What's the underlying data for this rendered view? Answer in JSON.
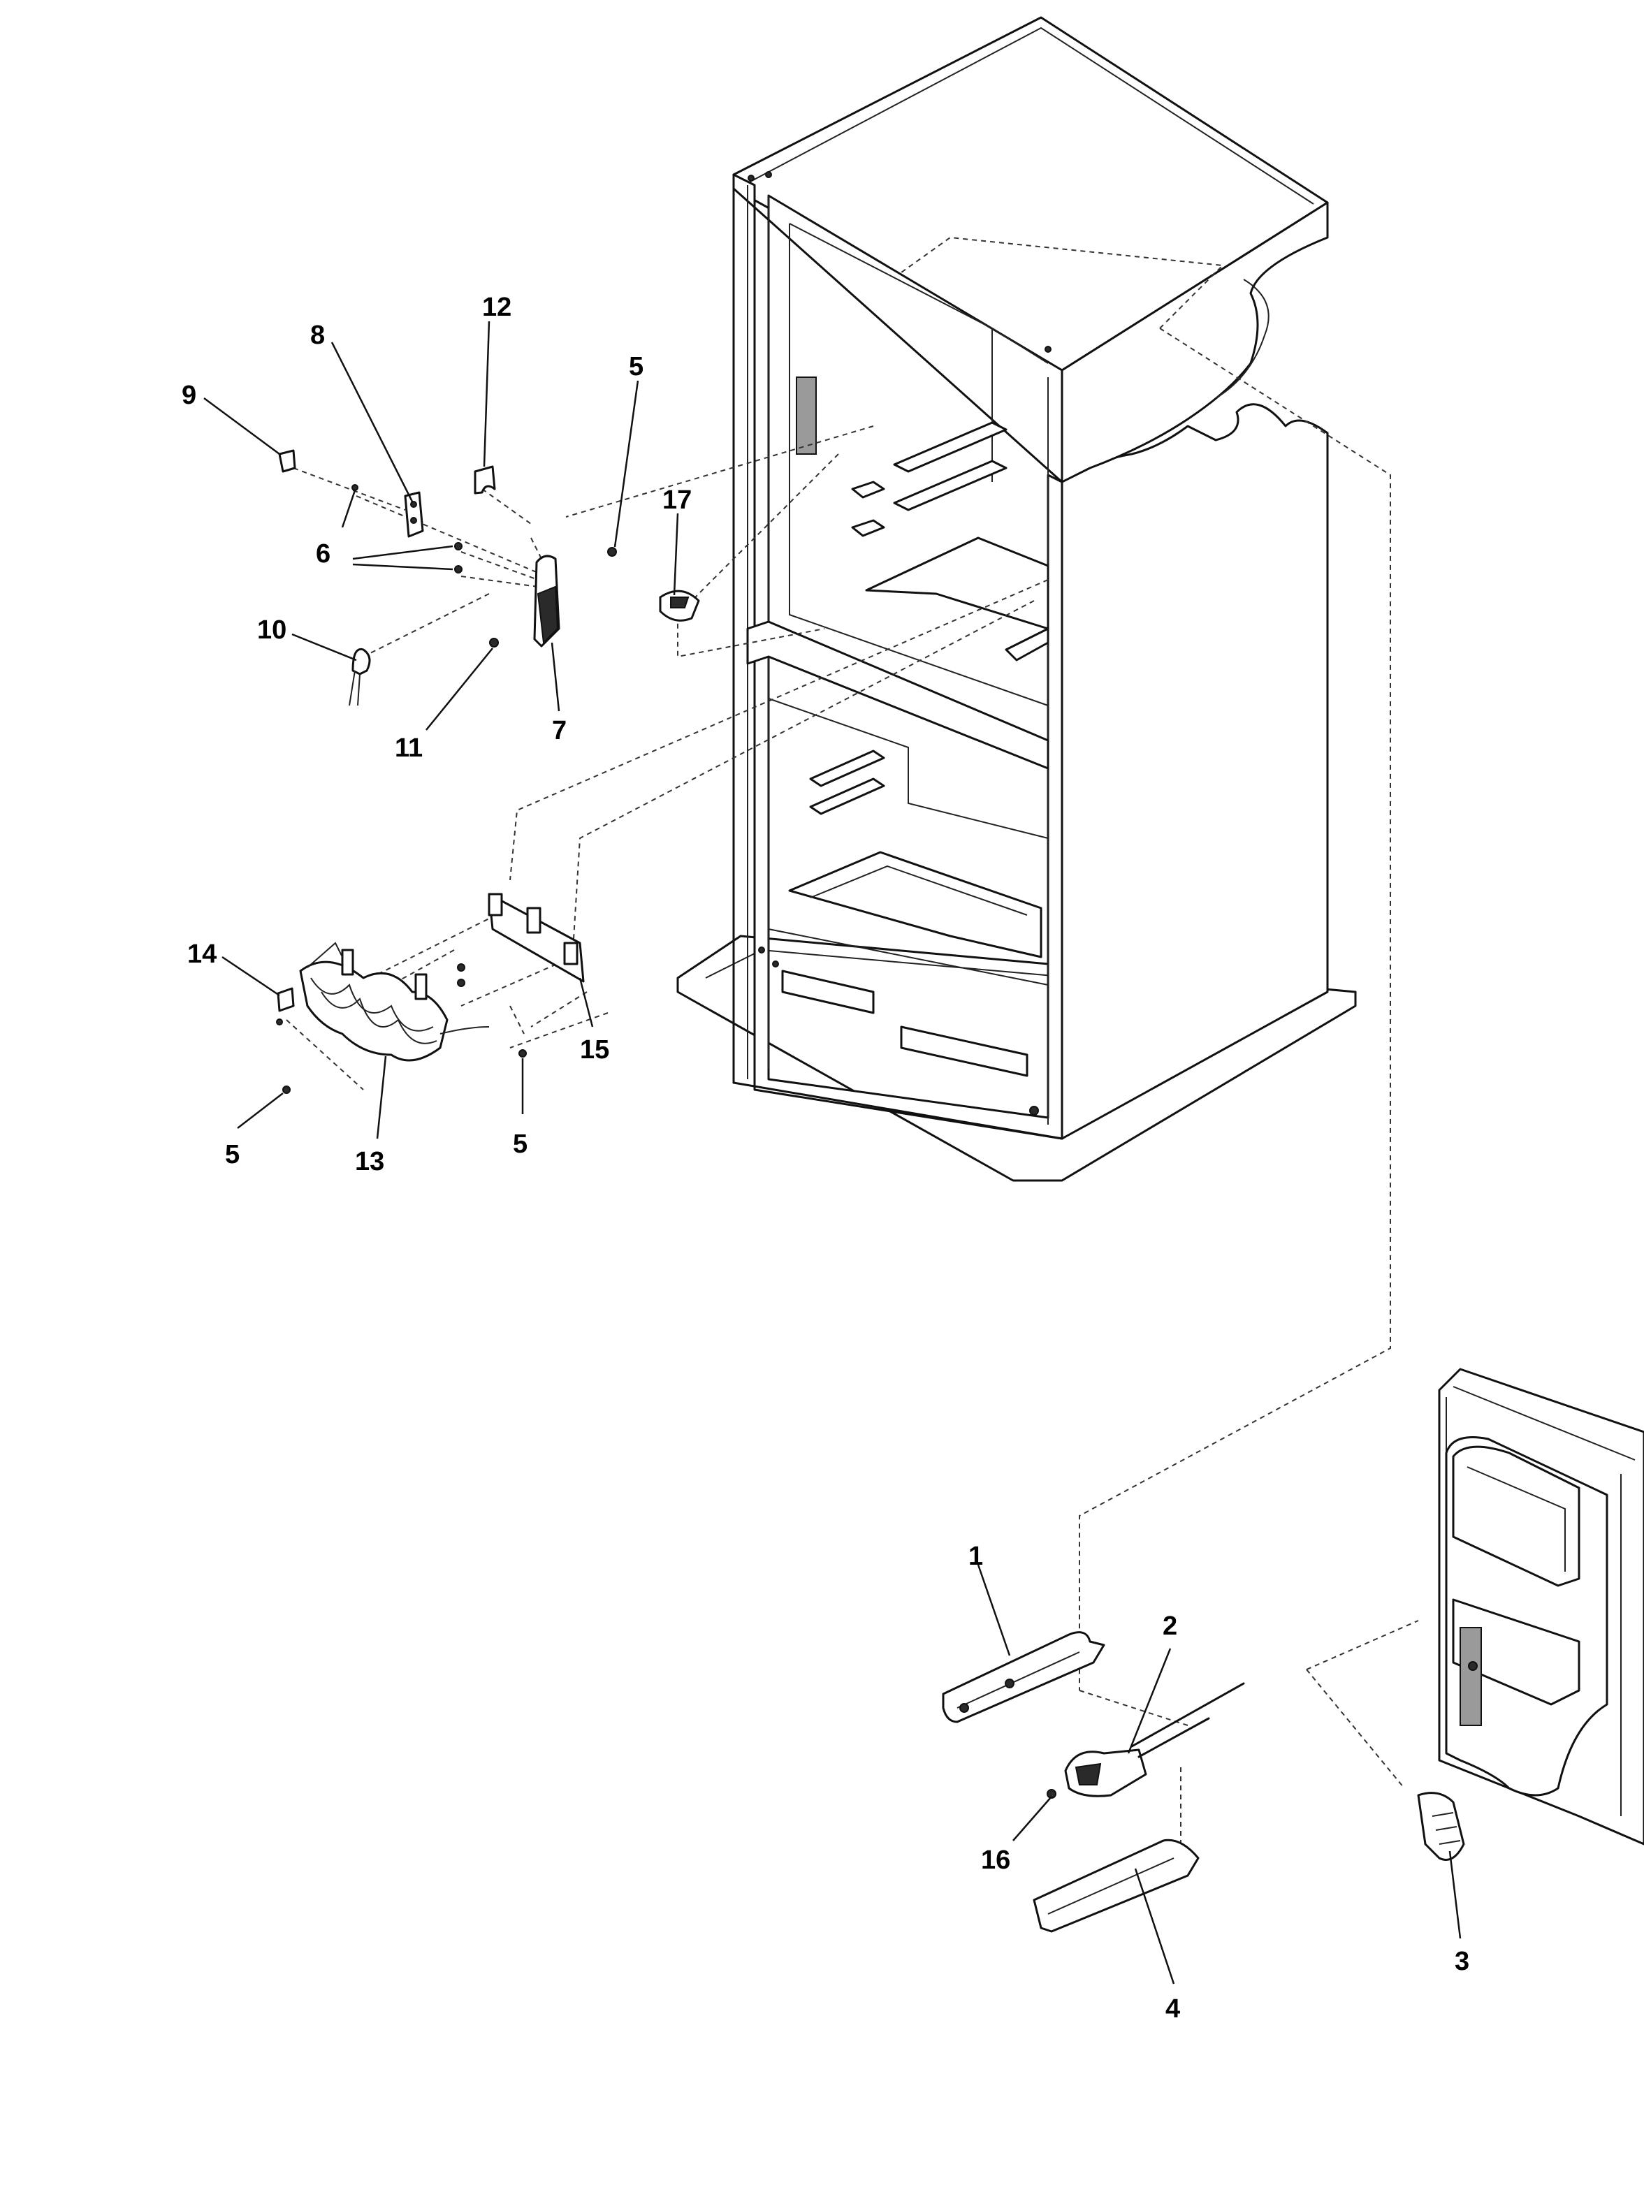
{
  "callouts": {
    "c1": "1",
    "c2": "2",
    "c3": "3",
    "c4": "4",
    "c5a": "5",
    "c5b": "5",
    "c5c": "5",
    "c6": "6",
    "c7": "7",
    "c8": "8",
    "c9": "9",
    "c10": "10",
    "c11": "11",
    "c12": "12",
    "c13": "13",
    "c14": "14",
    "c15": "15",
    "c16": "16",
    "c17": "17"
  },
  "colors": {
    "line": "#111111",
    "background": "#ffffff"
  }
}
